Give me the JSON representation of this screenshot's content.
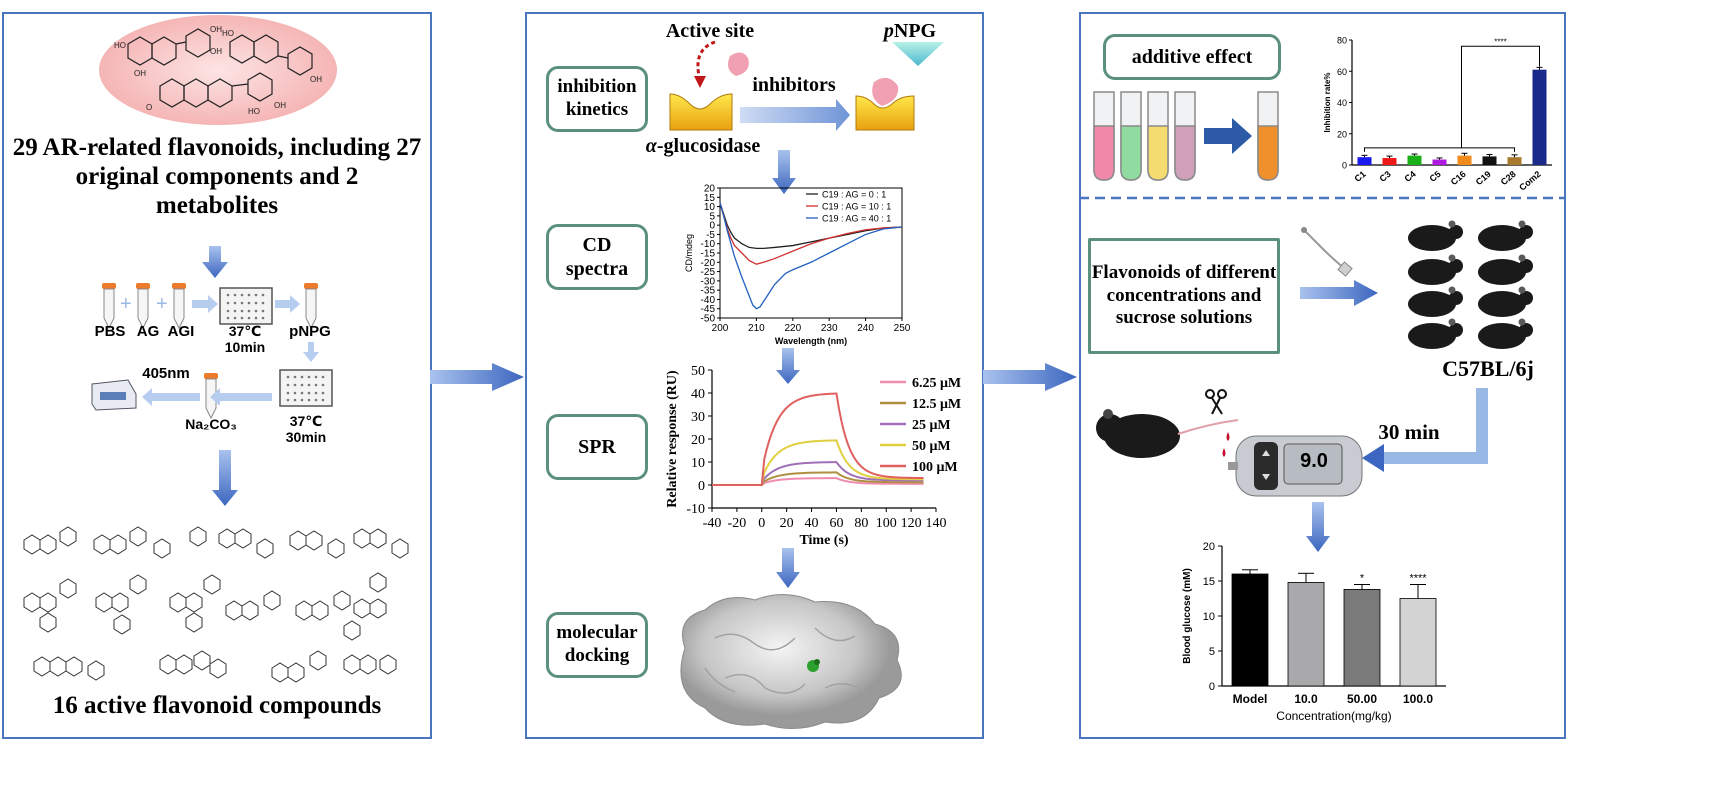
{
  "colors": {
    "panel_border": "#4a76c0",
    "box_border": "#5b8f80",
    "arrow": "#4a72c4"
  },
  "left": {
    "intro": "29 AR-related flavonoids, including 27 original components and 2 metabolites",
    "assay": {
      "tube1": "PBS",
      "tube2": "AG",
      "tube3": "AGI",
      "incubate1": "37℃ 10min",
      "substrate": "pNPG",
      "incubate2": "37℃ 30min",
      "stop": "Na₂CO₃",
      "wavelength": "405nm"
    },
    "result": "16 active flavonoid compounds"
  },
  "middle": {
    "active_site": "Active site",
    "pnpg": "NPG",
    "pnpg_italic": "p",
    "inhibitors": "inhibitors",
    "enzyme": "-glucosidase",
    "enzyme_alpha": "α",
    "inhibition_kinetics": "inhibition kinetics",
    "cd_label": "CD spectra",
    "spr_label": "SPR",
    "docking_label": "molecular docking"
  },
  "right": {
    "additive_effect": "additive effect",
    "flavonoid_box": "Flavonoids of different concentrations and sucrose solutions",
    "mouse_strain": "C57BL/6j",
    "time": "30 min",
    "glucometer_reading": "9.0"
  },
  "chart_data": [
    {
      "type": "line",
      "ylabel": "CD/mdeg",
      "xlabel": "Wavelength (nm)",
      "xlim": [
        200,
        250
      ],
      "ylim": [
        -50,
        20
      ],
      "xticks": [
        200,
        210,
        220,
        230,
        240,
        250
      ],
      "yticks": [
        20,
        15,
        10,
        5,
        0,
        -5,
        -10,
        -15,
        -20,
        -25,
        -30,
        -35,
        -40,
        -45,
        -50
      ],
      "series": [
        {
          "name": "C19 : AG = 0 : 1",
          "color": "#222222",
          "x": [
            200,
            201,
            202,
            203,
            204,
            206,
            208,
            210,
            212,
            215,
            220,
            225,
            230,
            235,
            240,
            245,
            250
          ],
          "y": [
            12,
            6,
            0,
            -4,
            -7,
            -10,
            -12,
            -12.5,
            -12.5,
            -12,
            -11,
            -9,
            -7,
            -5,
            -3,
            -1.5,
            -1
          ]
        },
        {
          "name": "C19 : AG = 10 : 1",
          "color": "#d03030",
          "x": [
            200,
            201,
            202,
            203,
            204,
            206,
            208,
            210,
            212,
            215,
            220,
            225,
            230,
            235,
            240,
            245,
            250
          ],
          "y": [
            12,
            5,
            -2,
            -7,
            -11,
            -15,
            -19,
            -21,
            -20,
            -18,
            -14,
            -10,
            -7,
            -4.5,
            -2.5,
            -1.5,
            -1
          ]
        },
        {
          "name": "C19 : AG = 40 : 1",
          "color": "#2060c0",
          "x": [
            200,
            201,
            202,
            203,
            204,
            206,
            208,
            209,
            210,
            211,
            213,
            215,
            218,
            220,
            225,
            230,
            235,
            240,
            245,
            250
          ],
          "y": [
            12,
            5,
            -3,
            -10,
            -17,
            -28,
            -38,
            -43,
            -45,
            -44,
            -38,
            -32,
            -26,
            -24,
            -20,
            -15,
            -10,
            -5,
            -2,
            -1
          ]
        }
      ]
    },
    {
      "type": "line",
      "ylabel": "Relative response (RU)",
      "xlabel": "Time (s)",
      "xlim": [
        -40,
        140
      ],
      "ylim": [
        -10,
        50
      ],
      "xticks": [
        -40,
        -20,
        0,
        20,
        40,
        60,
        80,
        100,
        120,
        140
      ],
      "yticks": [
        -10,
        0,
        10,
        20,
        30,
        40,
        50
      ],
      "series": [
        {
          "name": "6.25 μM",
          "color": "#f08cb0",
          "plateau": 3,
          "end": 0.5
        },
        {
          "name": "12.5 μM",
          "color": "#b09040",
          "plateau": 5.5,
          "end": 1.2
        },
        {
          "name": "25 μM",
          "color": "#a070b8",
          "plateau": 10,
          "end": 2.0
        },
        {
          "name": "50 μM",
          "color": "#e0d040",
          "plateau": 19.5,
          "end": 2.5
        },
        {
          "name": "100 μM",
          "color": "#e06060",
          "plateau": 40,
          "end": 3.0
        }
      ]
    },
    {
      "type": "bar",
      "ylabel": "Inhibition rate%",
      "categories": [
        "C1",
        "C3",
        "C4",
        "C5",
        "C16",
        "C19",
        "C28",
        "Com2"
      ],
      "values": [
        5,
        4.5,
        6,
        3.5,
        6,
        5.5,
        5,
        61
      ],
      "errors": [
        1.2,
        1.2,
        1,
        1,
        1.5,
        1.2,
        1.5,
        1.5
      ],
      "colors": [
        "#1a1aee",
        "#ee1a1a",
        "#1ab01a",
        "#b01ae0",
        "#f08a1a",
        "#111111",
        "#a87a30",
        "#1a2a8a"
      ],
      "ylim": [
        0,
        80
      ],
      "yticks": [
        0,
        20,
        40,
        60,
        80
      ],
      "annotation": "****"
    },
    {
      "type": "bar",
      "ylabel": "Blood glucose (mM)",
      "xlabel": "Concentration(mg/kg)",
      "categories": [
        "Model",
        "10.0",
        "50.00",
        "100.0"
      ],
      "values": [
        16,
        14.8,
        13.8,
        12.5
      ],
      "errors": [
        0.6,
        1.3,
        0.7,
        2
      ],
      "significance": [
        "",
        "",
        "*",
        "****"
      ],
      "colors": [
        "#000000",
        "#a9a9ab",
        "#7a7a7a",
        "#d3d3d3"
      ],
      "ylim": [
        0,
        20
      ],
      "yticks": [
        0,
        5,
        10,
        15,
        20
      ]
    }
  ]
}
